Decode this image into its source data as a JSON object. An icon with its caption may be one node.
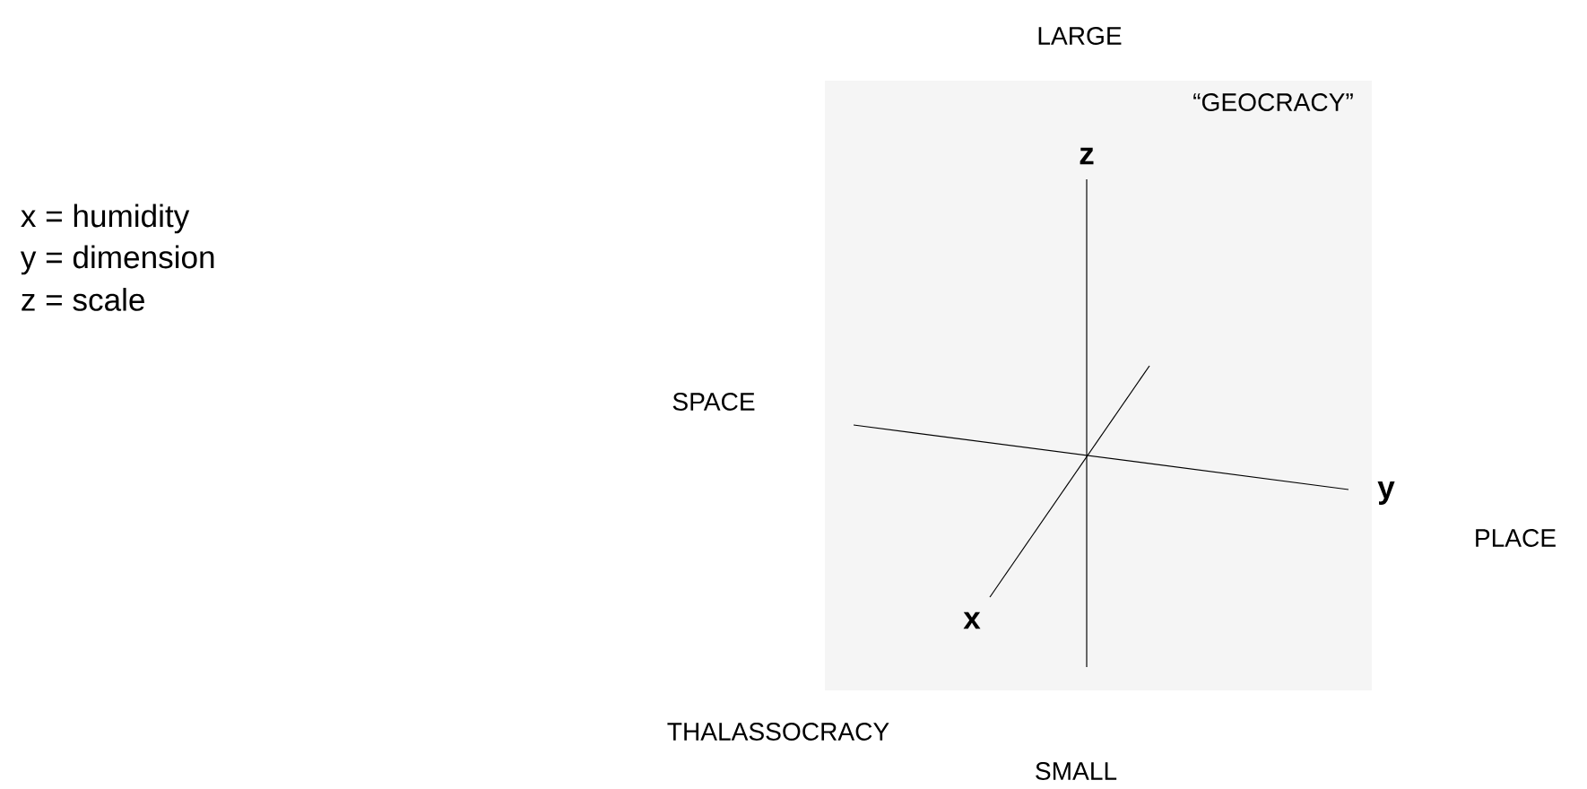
{
  "diagram": {
    "labels": [
      "x = humidity",
      "y = dimension",
      "z = scale",
      "LARGE",
      "“GEOCRACY”",
      "z",
      "SPACE",
      "y",
      "PLACE",
      "x",
      "THALASSOCRACY",
      "SMALL"
    ]
  }
}
